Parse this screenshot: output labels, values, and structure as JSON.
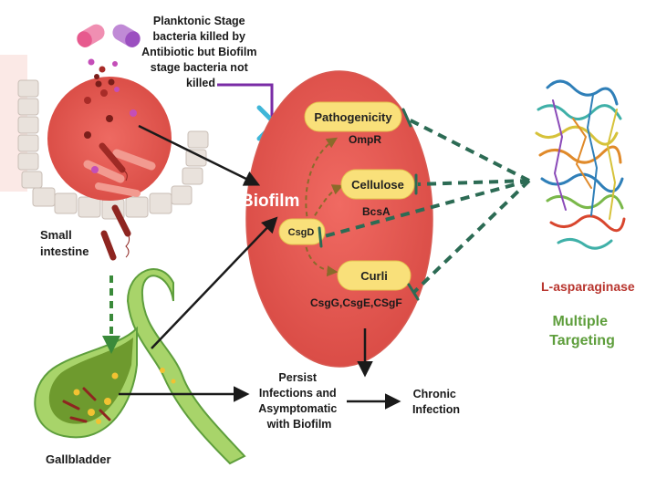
{
  "labels": {
    "planktonic_note": [
      "Planktonic Stage",
      "bacteria killed by",
      "Antibiotic but Biofilm",
      "stage bacteria not",
      "killed"
    ],
    "small_intestine": [
      "Small",
      "intestine"
    ],
    "gallbladder": "Gallbladder",
    "persist": [
      "Persist",
      "Infections and",
      "Asymptomatic",
      "with Biofilm"
    ],
    "chronic": [
      "Chronic",
      "Infection"
    ],
    "biofilm": "Biofilm",
    "l_asparaginase": "L-asparaginase",
    "multiple_targeting": [
      "Multiple",
      "Targeting"
    ]
  },
  "targets": {
    "pathogenicity": "Pathogenicity",
    "ompr": "OmpR",
    "cellulose": "Cellulose",
    "bcsa": "BcsA",
    "csgd": "CsgD",
    "curli": "Curli",
    "csg_genes": "CsgG,CsgE,CSgF"
  },
  "colors": {
    "biofilm_fill": "#ec5d56",
    "pill_fill": "#f9e07a",
    "inhibit_line": "#2c6b54",
    "asparaginase_text": "#b8352e",
    "targeting_text": "#5e9e3c",
    "block_x": "#3fb6d8",
    "antibiotic_line": "#7a2ca6"
  }
}
